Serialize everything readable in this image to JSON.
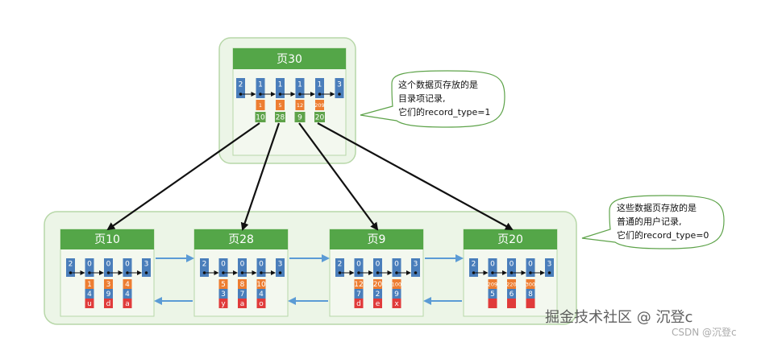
{
  "colors": {
    "outer_fill": "#ecf5e7",
    "outer_stroke": "#b7d7a8",
    "page_fill": "#f3f8ef",
    "header_fill": "#54a648",
    "blue": "#4a7ebb",
    "orange": "#ed7d31",
    "green": "#5ea34a",
    "red": "#e03b3b",
    "arrow_black": "#111111",
    "arrow_blue": "#5b9bd5"
  },
  "root_page": {
    "title": "页30",
    "n_owned": [
      "2",
      "1",
      "1",
      "1",
      "1",
      "3"
    ],
    "min_keys": [
      "1",
      "5",
      "12",
      "209"
    ],
    "page_nos": [
      "10",
      "28",
      "9",
      "20"
    ]
  },
  "leaf_pages": [
    {
      "title": "页10",
      "n_owned": [
        "2",
        "0",
        "0",
        "0",
        "3"
      ],
      "keys": [
        "1",
        "3",
        "4"
      ],
      "col2": [
        "4",
        "9",
        "4"
      ],
      "col3": [
        "u",
        "d",
        "a"
      ]
    },
    {
      "title": "页28",
      "n_owned": [
        "2",
        "0",
        "0",
        "0",
        "3"
      ],
      "keys": [
        "5",
        "8",
        "10"
      ],
      "col2": [
        "3",
        "7",
        "4"
      ],
      "col3": [
        "y",
        "a",
        "o"
      ]
    },
    {
      "title": "页9",
      "n_owned": [
        "2",
        "0",
        "0",
        "0",
        "3"
      ],
      "keys": [
        "12",
        "20",
        "100"
      ],
      "col2": [
        "7",
        "2",
        "9"
      ],
      "col3": [
        "d",
        "e",
        "x"
      ]
    },
    {
      "title": "页20",
      "n_owned": [
        "2",
        "0",
        "0",
        "0",
        "3"
      ],
      "keys": [
        "209",
        "220",
        "300"
      ],
      "col2": [
        "5",
        "6",
        "8"
      ],
      "col3": [
        "",
        "",
        ""
      ]
    }
  ],
  "callouts": {
    "directory": [
      "这个数据页存放的是",
      "目录项记录,",
      "它们的record_type=1"
    ],
    "user": [
      "这些数据页存放的是",
      "普通的用户记录,",
      "它们的record_type=0"
    ]
  },
  "watermark": {
    "main": "掘金技术社区 @ 沉登c",
    "sub": "CSDN @沉登c"
  }
}
